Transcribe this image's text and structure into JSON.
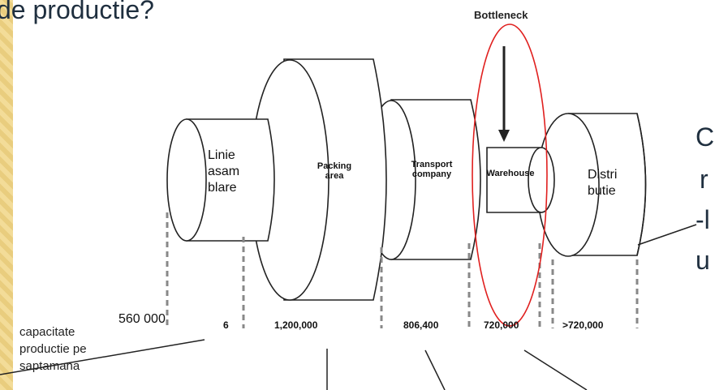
{
  "title": "de productie?",
  "bottleneck_label": "Bottleneck",
  "stages": {
    "assembly": "Linie\nasam\nblare",
    "packing": "Packing\narea",
    "transport": "Transport\ncompany",
    "warehouse": "Warehouse",
    "distribution": "Distri\nbutie"
  },
  "capacities": {
    "assembly_value": "560 000",
    "assembly_cut": "6",
    "packing": "1,200,000",
    "transport": "806,400",
    "warehouse": "720,000",
    "distribution": ">720,000"
  },
  "capacity_label": "capacitate\nproductie pe\nsaptamana",
  "side_text": {
    "line1": "C",
    "line2": "r",
    "line3": "-l",
    "line4": "u"
  },
  "colors": {
    "highlight_ellipse": "#e0201f",
    "title_text": "#1f2f3f",
    "background": "#efd48a"
  }
}
